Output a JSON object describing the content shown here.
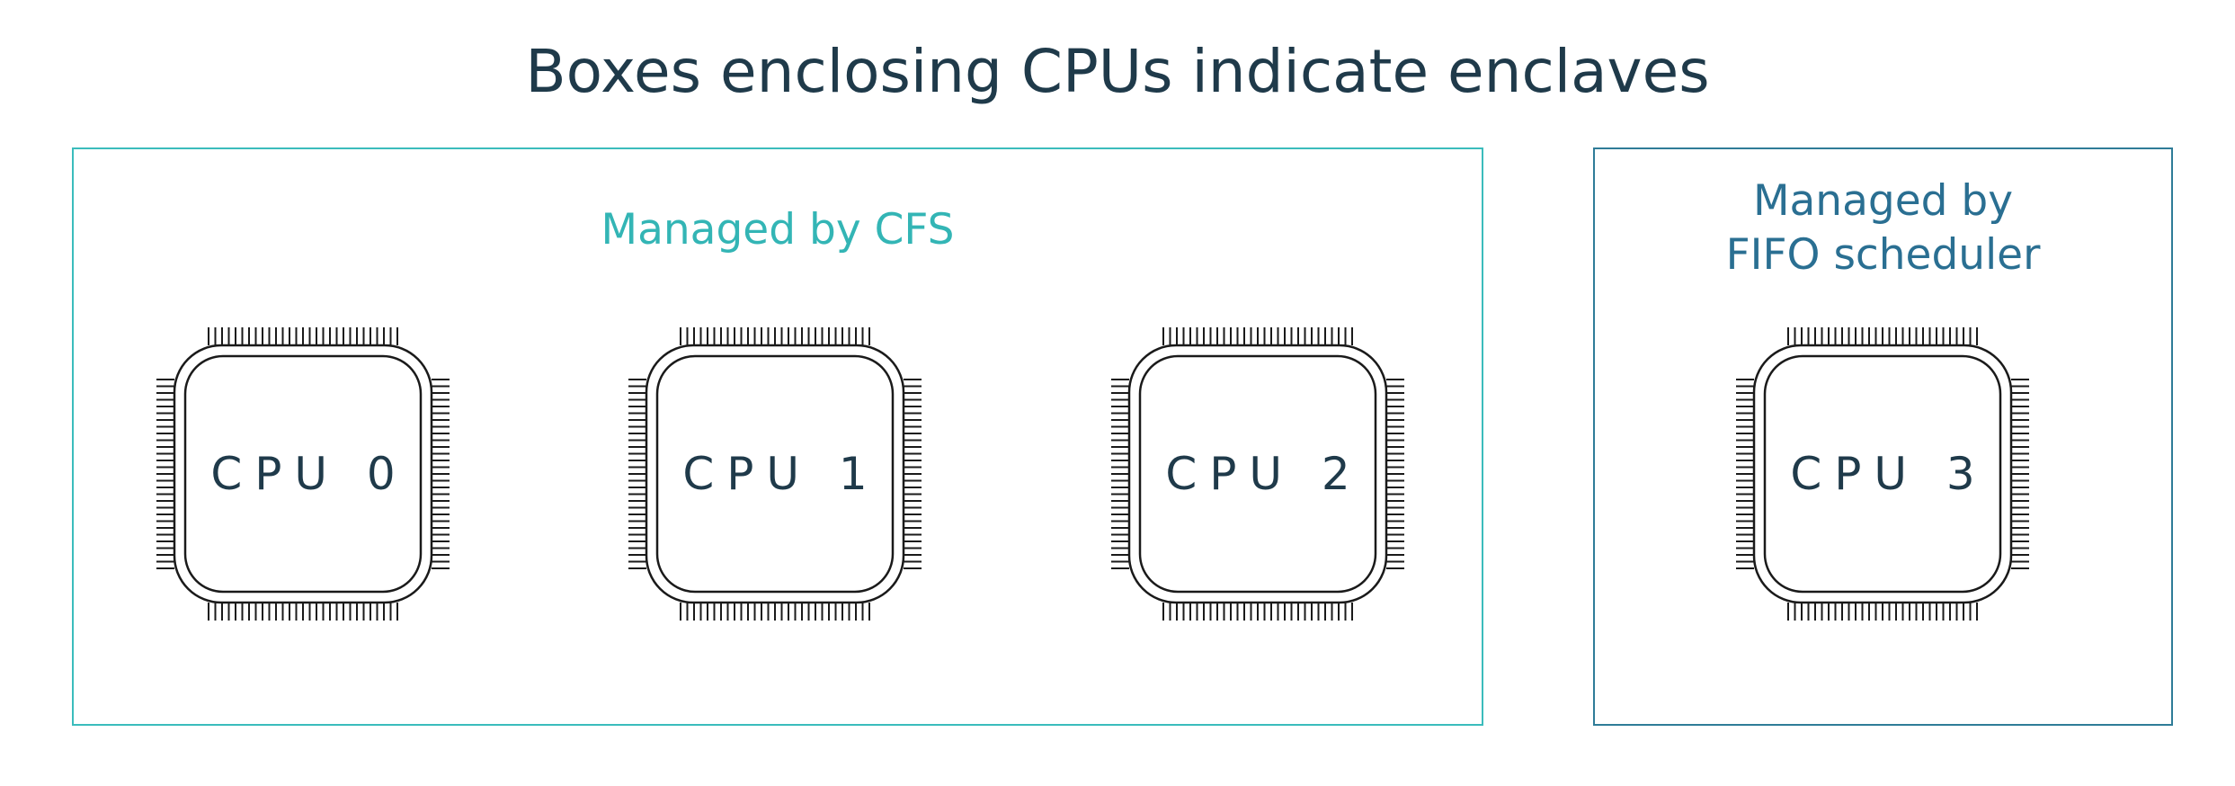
{
  "title": "Boxes enclosing CPUs indicate enclaves",
  "colors": {
    "title": "#1f3a4a",
    "cfs_accent": "#3bbcbc",
    "fifo_accent": "#2f7c98",
    "chip_stroke": "#1a1a1a"
  },
  "enclaves": [
    {
      "label": "Managed by CFS",
      "cpus": [
        {
          "label": "CPU 0",
          "icon": "cpu-chip-icon"
        },
        {
          "label": "CPU 1",
          "icon": "cpu-chip-icon"
        },
        {
          "label": "CPU 2",
          "icon": "cpu-chip-icon"
        }
      ]
    },
    {
      "label": "Managed by\nFIFO scheduler",
      "cpus": [
        {
          "label": "CPU 3",
          "icon": "cpu-chip-icon"
        }
      ]
    }
  ]
}
